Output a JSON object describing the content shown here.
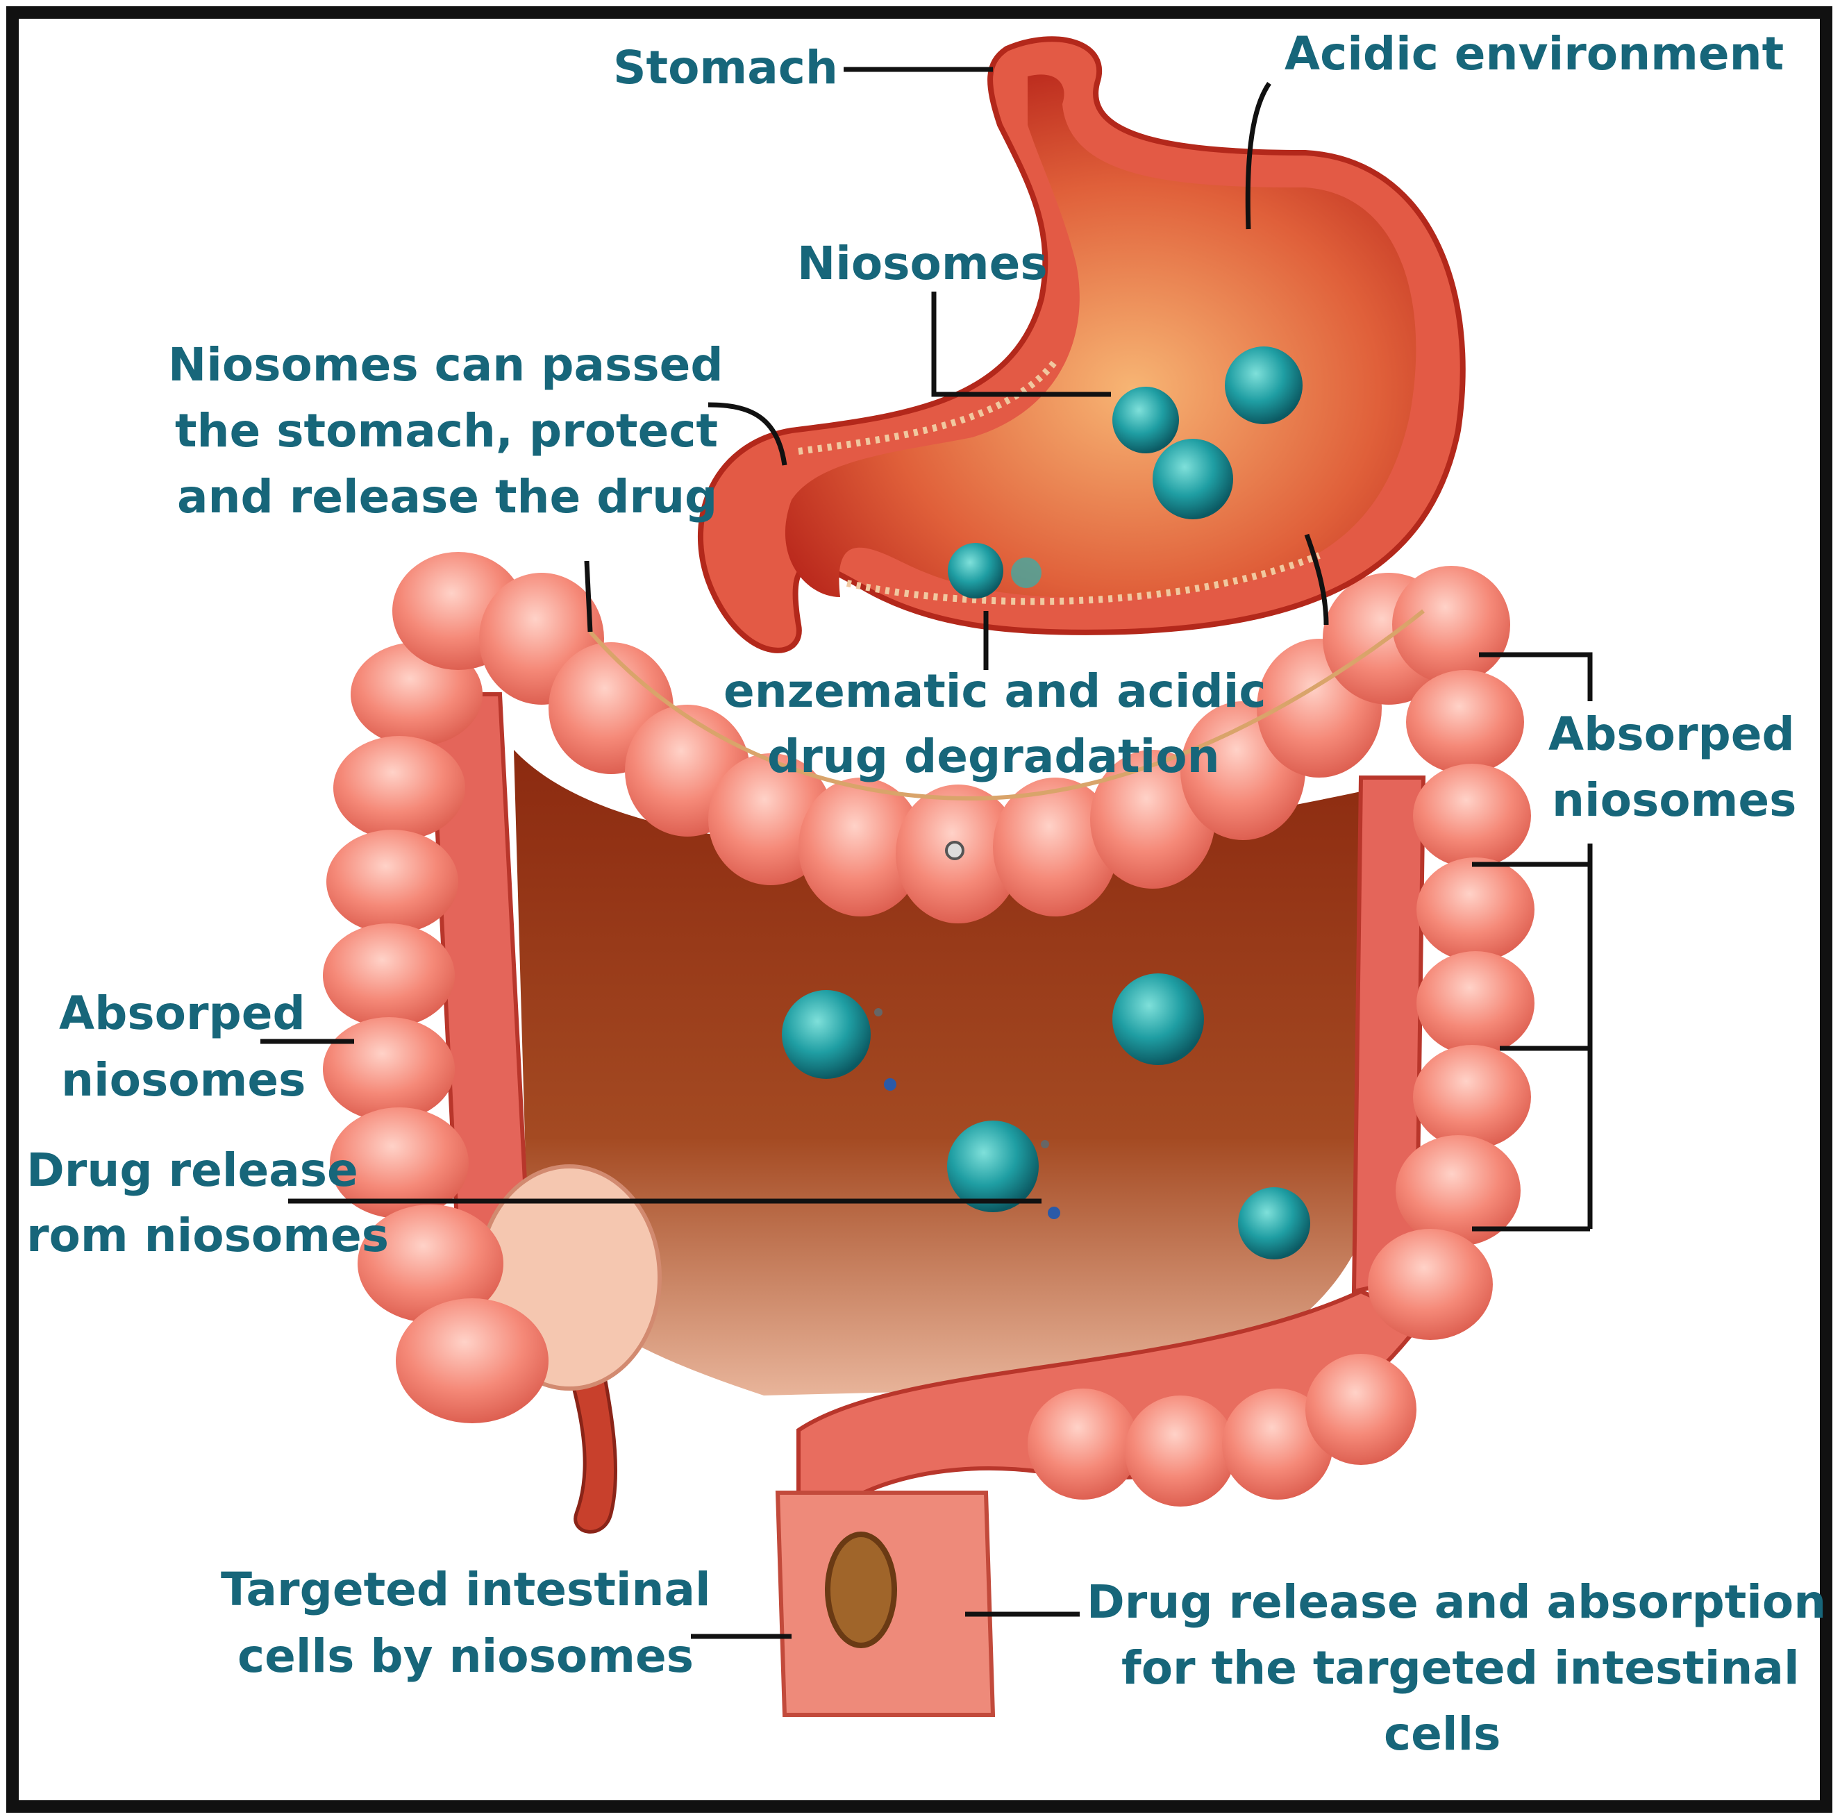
{
  "colors": {
    "label": "#17667a",
    "frame": "#111111",
    "tissue": "#f07f6e",
    "tissue_dark": "#c23a2a",
    "lumen": "#9c3a18",
    "niosome": "#1f9ea3"
  },
  "labels": {
    "stomach": "Stomach",
    "acidic": "Acidic environment",
    "niosomes": "Niosomes",
    "passed": [
      "Niosomes can passed",
      "the stomach, protect",
      "and release the drug"
    ],
    "degradation": [
      "enzematic and acidic",
      "drug degradation"
    ],
    "absorbed_right": [
      "Absorped",
      "niosomes"
    ],
    "absorbed_left": [
      "Absorped",
      "niosomes"
    ],
    "drug_release": [
      "Drug release",
      "rom niosomes"
    ],
    "targeted": [
      "Targeted intestinal",
      "cells by niosomes"
    ],
    "absorption": [
      "Drug release and absorption",
      "for the targeted intestinal",
      "cells"
    ]
  }
}
